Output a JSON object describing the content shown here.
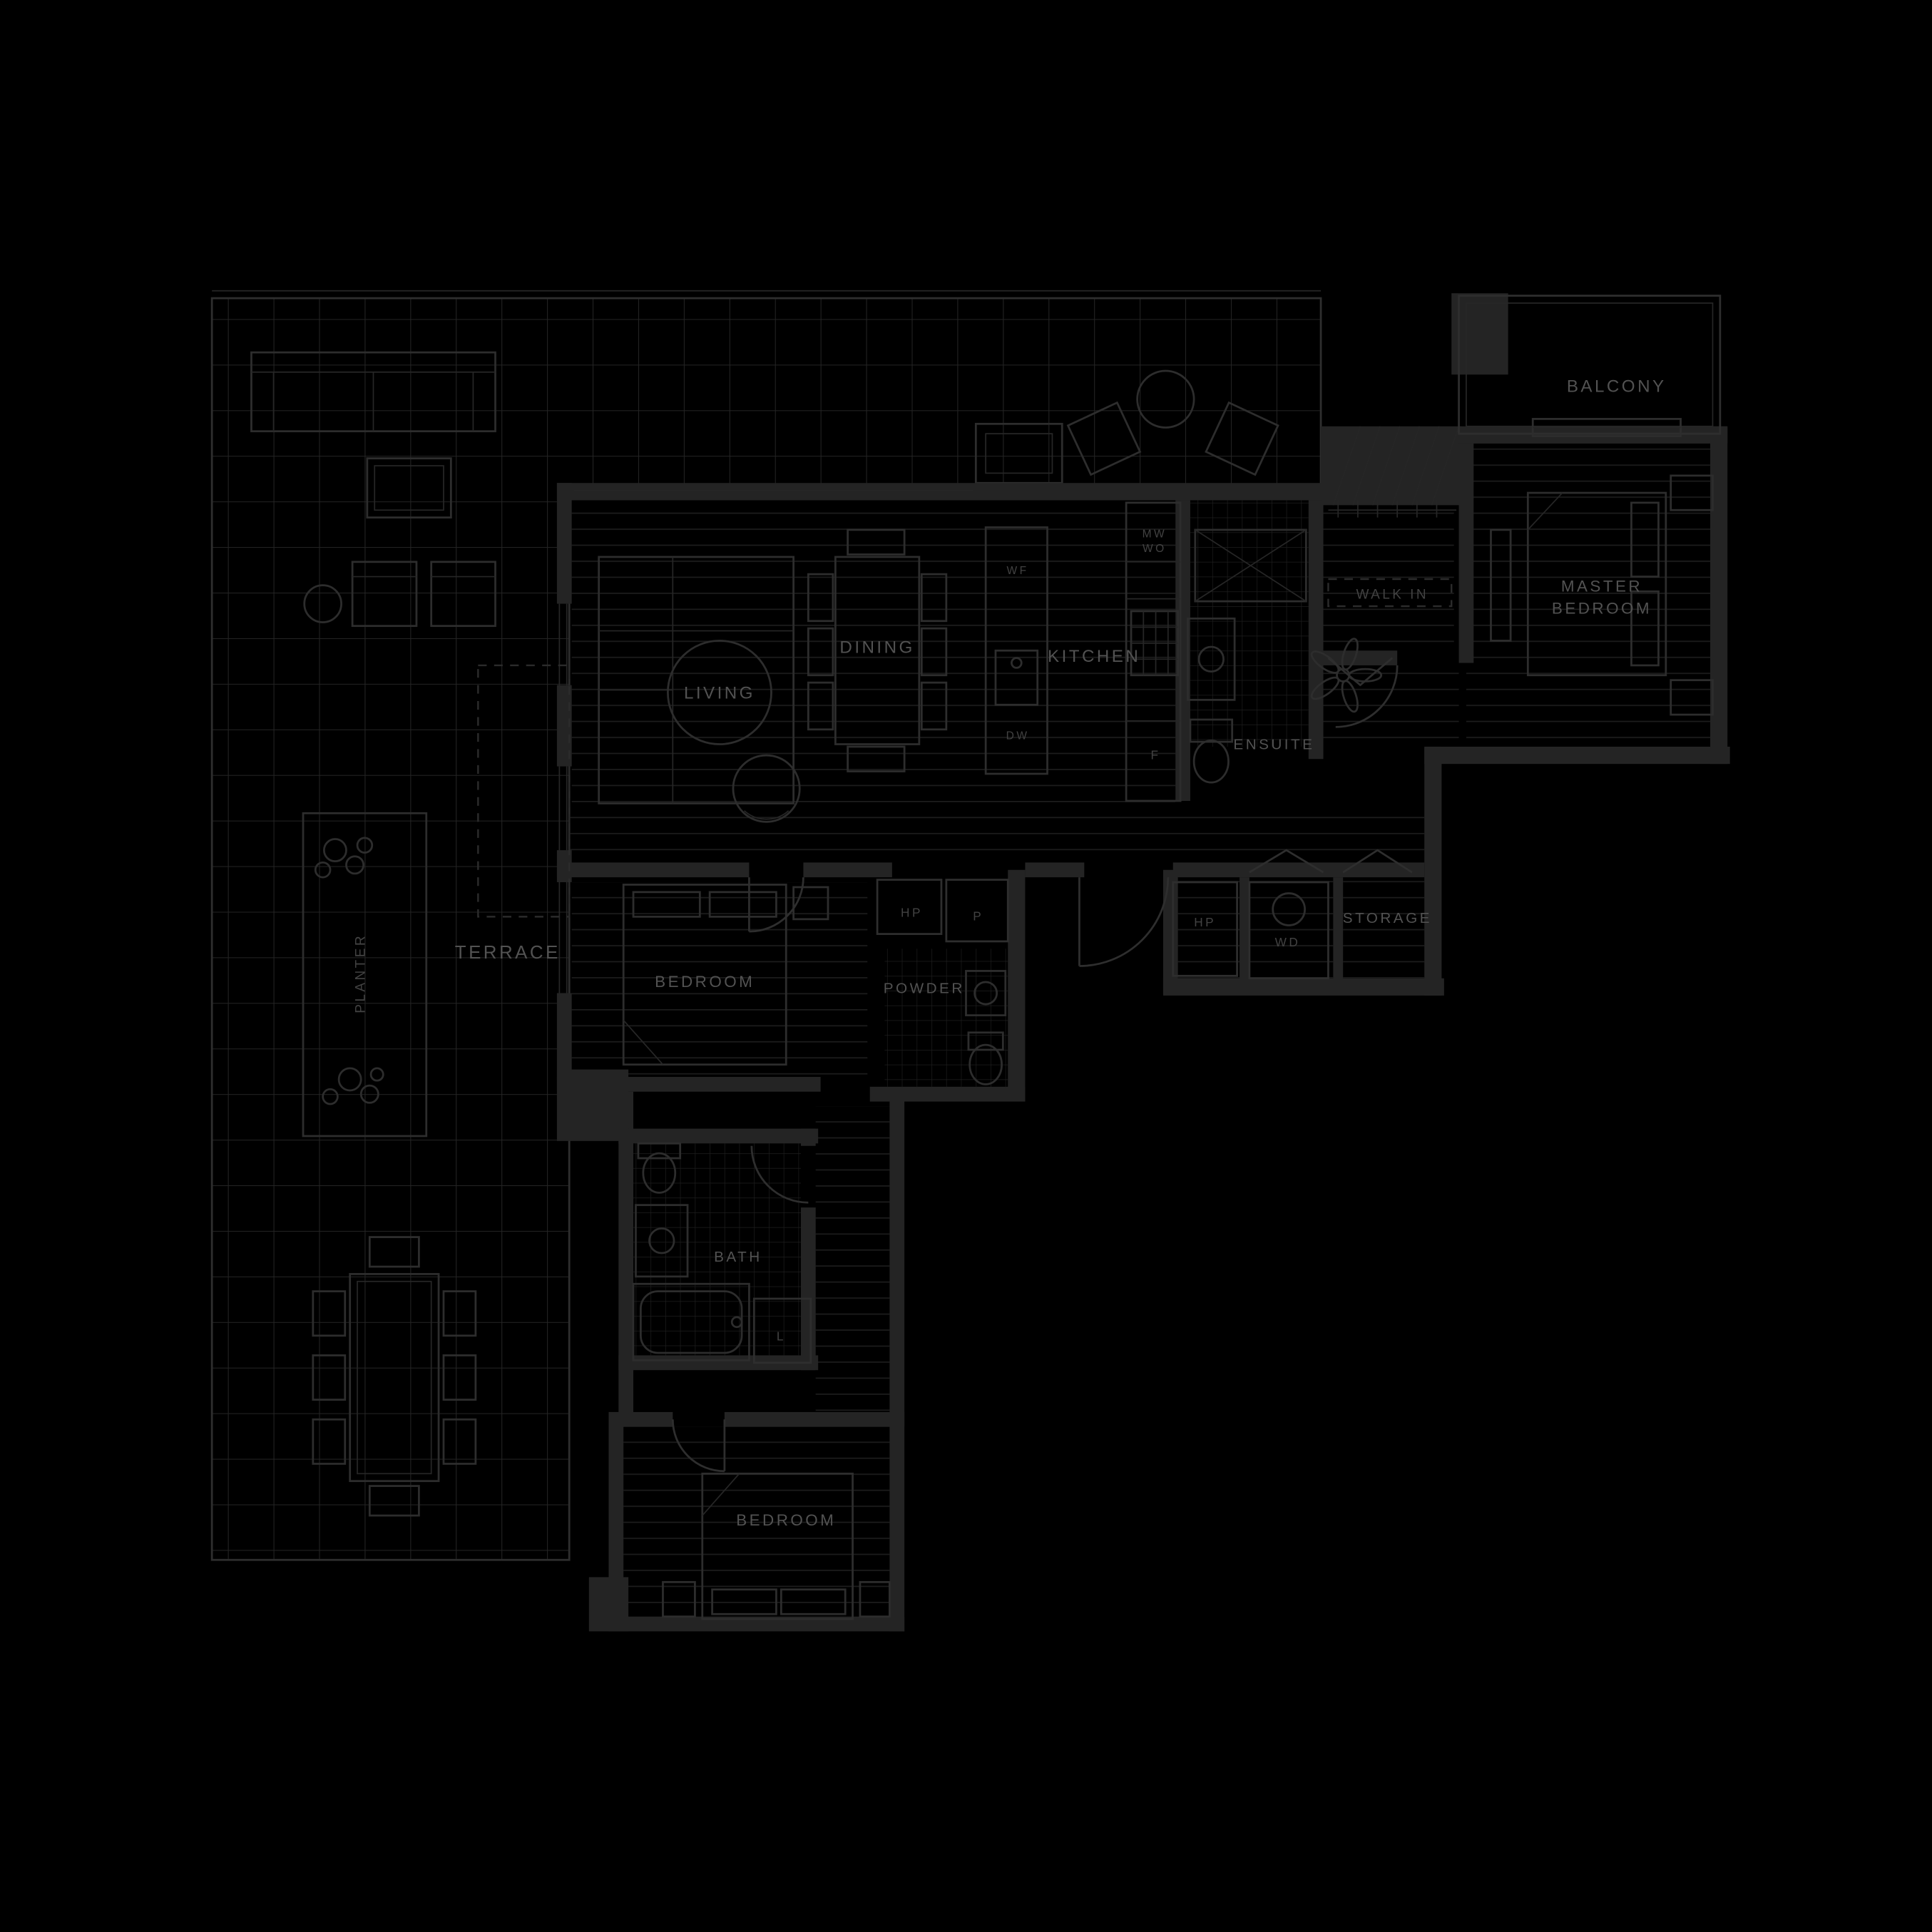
{
  "colors": {
    "background": "#000000",
    "wall": "#242424",
    "line": "#2e2e2e",
    "floor_line": "#1c1c1c",
    "terrace_grid": "#242424",
    "label_text": "#525252",
    "small_text": "#424242"
  },
  "labels": {
    "balcony": "BALCONY",
    "master_bedroom_line1": "MASTER",
    "master_bedroom_line2": "BEDROOM",
    "walk_in": "WALK IN",
    "living": "LIVING",
    "dining": "DINING",
    "kitchen": "KITCHEN",
    "ensuite": "ENSUITE",
    "terrace": "TERRACE",
    "planter": "PLANTER",
    "bedroom_mid": "BEDROOM",
    "bedroom_bottom": "BEDROOM",
    "powder": "POWDER",
    "storage": "STORAGE",
    "bath": "BATH",
    "linen": "L",
    "hp_left": "HP",
    "pantry": "P",
    "hp_right": "HP",
    "washer_dryer": "WD",
    "wine_fridge": "WF",
    "dishwasher": "DW",
    "fridge": "F",
    "microwave": "MW",
    "wall_oven": "WO"
  }
}
